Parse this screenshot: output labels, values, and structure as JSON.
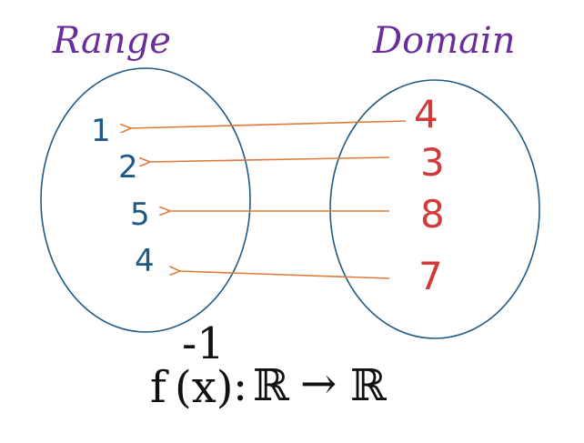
{
  "headings": {
    "range": "Range",
    "domain": "Domain"
  },
  "range_values": [
    "1",
    "2",
    "5",
    "4"
  ],
  "domain_values": [
    "4",
    "3",
    "8",
    "7"
  ],
  "mapping": [
    {
      "from": "4",
      "to": "1"
    },
    {
      "from": "3",
      "to": "2"
    },
    {
      "from": "8",
      "to": "5"
    },
    {
      "from": "7",
      "to": "4"
    }
  ],
  "formula": {
    "function": "f",
    "superscript": "-1",
    "argument": "(x)",
    "colon": ":",
    "codomain_from": "ℝ",
    "arrow": "→",
    "codomain_to": "ℝ"
  },
  "colors": {
    "heading": "#6a2d9c",
    "ellipse": "#1f5a85",
    "range_numbers": "#1f5a85",
    "domain_numbers": "#d23a3a",
    "arrows": "#e07a3a",
    "formula": "#111111"
  }
}
